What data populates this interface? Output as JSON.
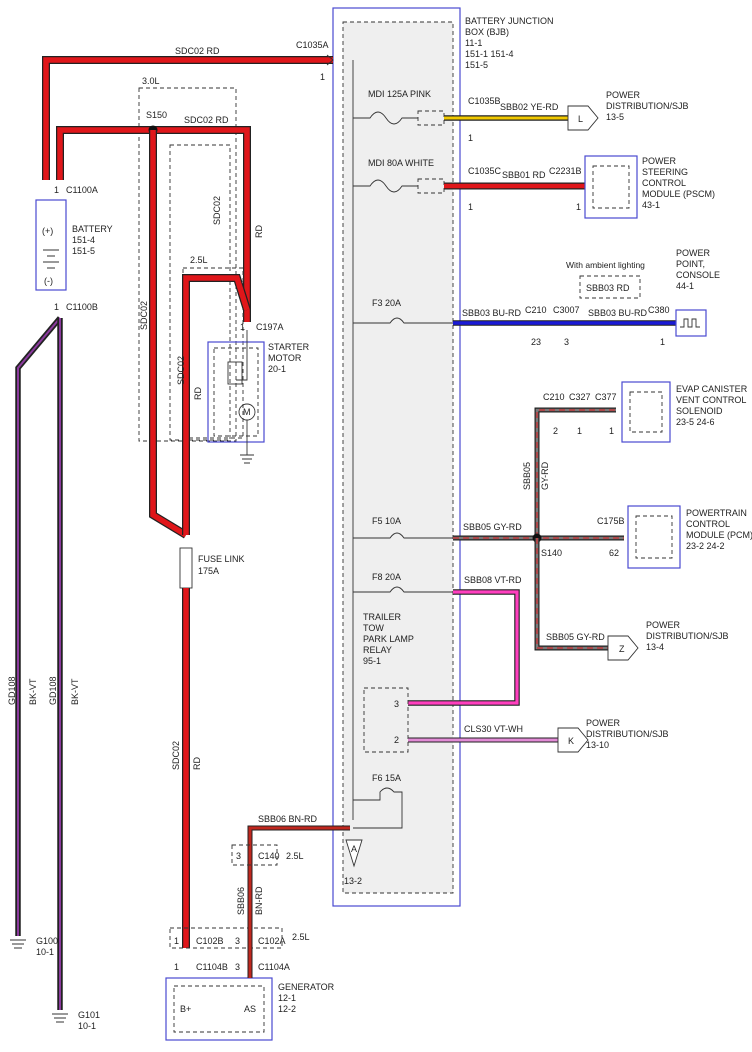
{
  "bjb": {
    "title": [
      "BATTERY JUNCTION",
      "BOX (BJB)",
      "11-1",
      "151-1  151-4",
      "151-5"
    ],
    "bottom_ref": "13-2",
    "fuses": [
      {
        "label": "MDI  125A  PINK"
      },
      {
        "label": "MDI   80A  WHITE"
      },
      {
        "label": "F3  20A"
      },
      {
        "label": "F5  10A"
      },
      {
        "label": "F8  20A"
      },
      {
        "label": "F6  15A"
      }
    ]
  },
  "connectors": {
    "c1035a": "C1035A",
    "c1035a_pin": "1",
    "c1035b": "C1035B",
    "c1035b_pin": "1",
    "c1035c": "C1035C",
    "c1035c_pin": "1",
    "c2231b": "C2231B",
    "c2231b_pin": "1",
    "c210": "C210",
    "c210_pin": "23",
    "c3007": "C3007",
    "c3007_pin": "3",
    "c380": "C380",
    "c380_pin": "1",
    "c210b": "C210",
    "c210b_pin": "2",
    "c327": "C327",
    "c327_pin": "1",
    "c377": "C377",
    "c377_pin": "1",
    "c175b": "C175B",
    "c175b_pin": "62",
    "c1100a": "C1100A",
    "c1100a_pin": "1",
    "c1100b": "C1100B",
    "c1100b_pin": "1",
    "c197a": "C197A",
    "c197a_pin": "1",
    "c140": "C140",
    "c140_pin": "3",
    "c102b": "C102B",
    "c102b_pin": "1",
    "c102a": "C102A",
    "c102a_pin": "3",
    "c1104b": "C1104B",
    "c1104b_pin": "1",
    "c1104a": "C1104A",
    "c1104a_pin": "3"
  },
  "wires": {
    "sdc02_rd_top": "SDC02  RD",
    "sdc02_rd_mid": "SDC02  RD",
    "sbb02": "SBB02  YE-RD",
    "sbb01": "SBB01  RD",
    "sbb03_a": "SBB03  BU-RD",
    "sbb03_b": "SBB03  BU-RD",
    "sbb03_opt": "SBB03  RD",
    "sbb05_a": "SBB05  GY-RD",
    "sbb05_vert": "SBB05",
    "sbb05_vert2": "GY-RD",
    "sbb05_b": "SBB05  GY-RD",
    "sbb08": "SBB08  VT-RD",
    "cls30": "CLS30  VT-WH",
    "sbb06": "SBB06  BN-RD",
    "sbb06_v": "SBB06",
    "bn_rd_v": "BN-RD",
    "sdc02_v1": "SDC02",
    "rd_v1": "RD",
    "sdc02_v2": "SDC02",
    "sdc02_v3": "SDC02",
    "rd_v3": "RD",
    "sdc02_v4": "SDC02",
    "rd_v4": "RD",
    "gd108_a": "GD108",
    "bkvt_a": "BK-VT",
    "gd108_b": "GD108",
    "bkvt_b": "BK-VT"
  },
  "gauges": {
    "g30": "3.0L",
    "g25a": "2.5L",
    "g25b": "2.5L",
    "g25c": "2.5L"
  },
  "splices": {
    "s150": "S150",
    "s140": "S140"
  },
  "components": {
    "battery": [
      "BATTERY",
      "151-4",
      "151-5"
    ],
    "battery_plus": "(+)",
    "battery_minus": "(-)",
    "starter": [
      "STARTER",
      "MOTOR",
      "20-1"
    ],
    "fuse_link": [
      "FUSE LINK",
      "175A"
    ],
    "generator": [
      "GENERATOR",
      "12-1",
      "12-2"
    ],
    "gen_bplus": "B+",
    "gen_as": "AS",
    "pdsjb1": [
      "POWER",
      "DISTRIBUTION/SJB",
      "13-5"
    ],
    "pdsjb1_letter": "L",
    "pscm": [
      "POWER",
      "STEERING",
      "CONTROL",
      "MODULE (PSCM)",
      "43-1"
    ],
    "ambient": "With ambient lighting",
    "power_point": [
      "POWER",
      "POINT,",
      "CONSOLE",
      "44-1"
    ],
    "evap": [
      "EVAP CANISTER",
      "VENT CONTROL",
      "SOLENOID",
      "23-5   24-6"
    ],
    "pcm": [
      "POWERTRAIN",
      "CONTROL",
      "MODULE (PCM)",
      "23-2   24-2"
    ],
    "pdsjb2": [
      "POWER",
      "DISTRIBUTION/SJB",
      "13-4"
    ],
    "pdsjb2_letter": "Z",
    "relay": [
      "TRAILER",
      "TOW",
      "PARK LAMP",
      "RELAY",
      "95-1"
    ],
    "relay_pin3": "3",
    "relay_pin2": "2",
    "pdsjb3": [
      "POWER",
      "DISTRIBUTION/SJB",
      "13-10"
    ],
    "pdsjb3_letter": "K",
    "offpage_a": "A",
    "g100": [
      "G100",
      "10-1"
    ],
    "g101": [
      "G101",
      "10-1"
    ]
  }
}
